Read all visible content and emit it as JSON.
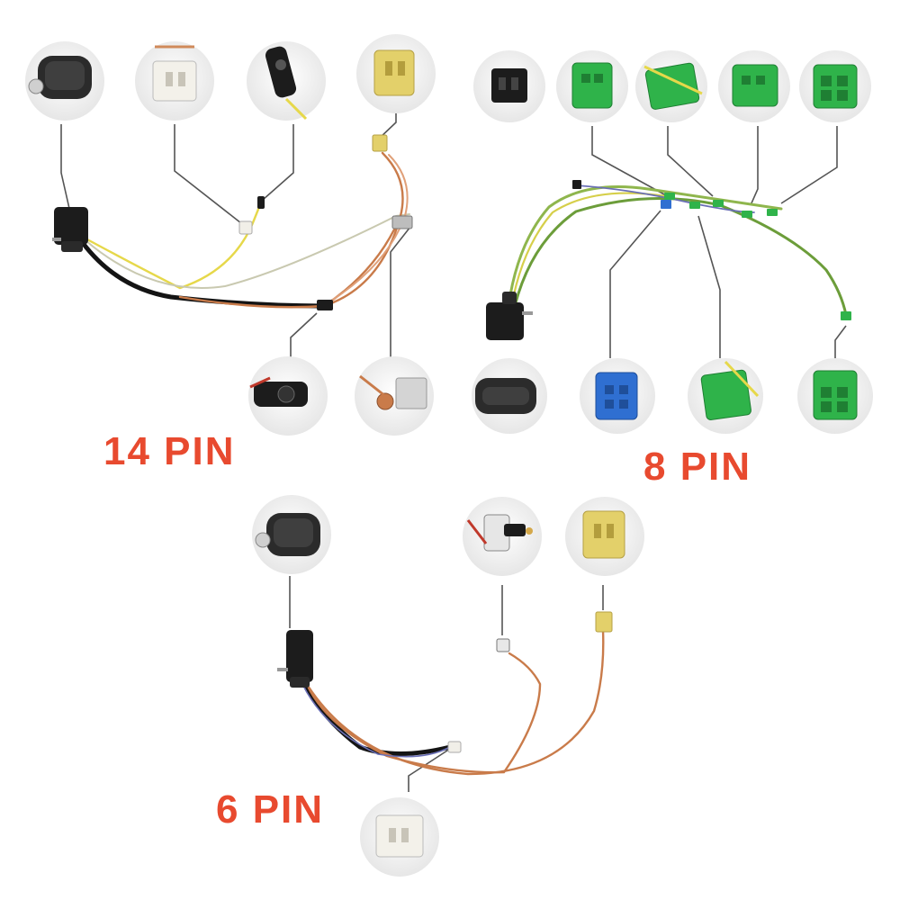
{
  "labels": {
    "pin14": "14 PIN",
    "pin8": "8 PIN",
    "pin6": "6 PIN"
  },
  "colors": {
    "label_red": "#e84a2f",
    "wire_black": "#141414",
    "wire_copper": "#c97b4a",
    "wire_yellow": "#e6d84a",
    "wire_green": "#8fb64d",
    "connector_black": "#1c1c1c",
    "connector_green": "#2fb34a",
    "connector_blue": "#2f6fd1",
    "connector_yellow": "#e3d06a",
    "connector_white": "#f1efe8",
    "leader_gray": "#555555",
    "bubble_bg": "#f2f2f2"
  },
  "harnesses": [
    {
      "id": "14-pin",
      "label_key": "pin14",
      "connector_count": 6
    },
    {
      "id": "8-pin",
      "label_key": "pin8",
      "connector_count": 8
    },
    {
      "id": "6-pin",
      "label_key": "pin6",
      "connector_count": 4
    }
  ]
}
